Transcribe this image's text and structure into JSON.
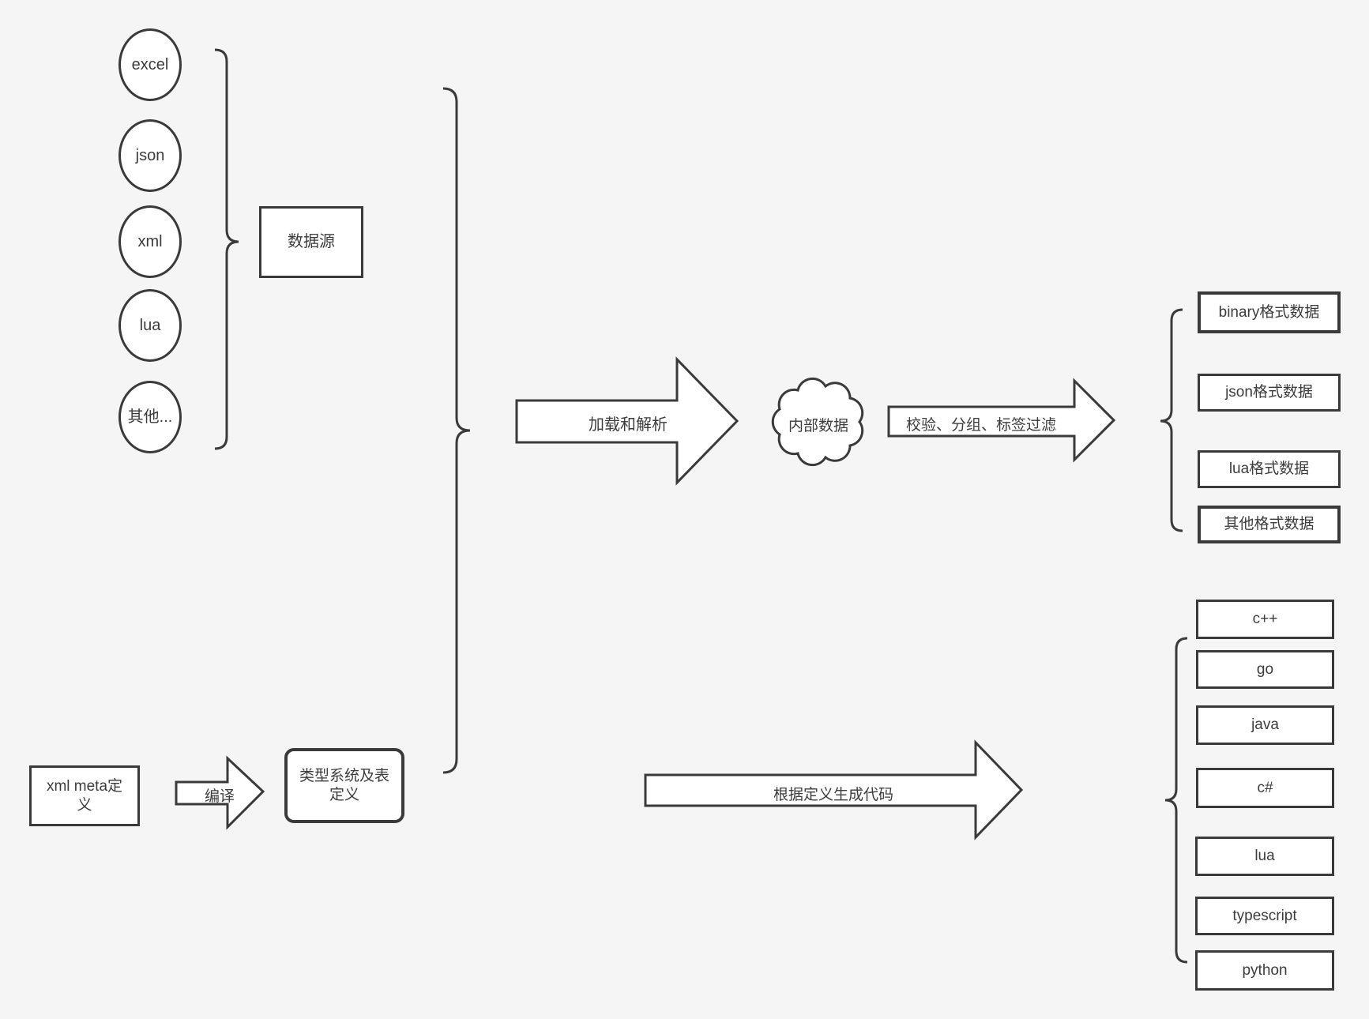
{
  "diagram": {
    "background": "#f5f5f5",
    "stroke_color": "#3a3a3a",
    "sources": {
      "items": [
        "excel",
        "json",
        "xml",
        "lua",
        "其他..."
      ],
      "group_label": "数据源"
    },
    "pipeline": {
      "load_arrow_label": "加载和解析",
      "cloud_label": "内部数据",
      "filter_arrow_label": "校验、分组、标签过滤"
    },
    "outputs": [
      "binary格式数据",
      "json格式数据",
      "lua格式数据",
      "其他格式数据"
    ],
    "meta": {
      "definition_box_label": "xml meta定义",
      "compile_arrow_label": "编译",
      "type_system_box_label": "类型系统及表定义"
    },
    "codegen": {
      "arrow_label": "根据定义生成代码",
      "languages": [
        "c++",
        "go",
        "java",
        "c#",
        "lua",
        "typescript",
        "python"
      ]
    }
  }
}
